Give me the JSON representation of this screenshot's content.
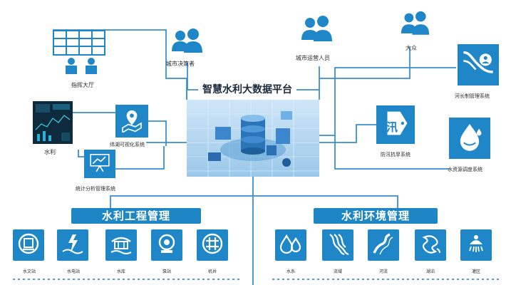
{
  "platform": {
    "title": "智慧水利大数据平台"
  },
  "users": [
    {
      "label": "城市决策者",
      "icon": "people-group-icon"
    },
    {
      "label": "城市运营人员",
      "icon": "people-group-icon"
    },
    {
      "label": "大众",
      "icon": "people-group-icon"
    }
  ],
  "left_systems": {
    "command_hall": "指挥大厅",
    "water_screen": "水利",
    "flood_visual": "纬湖可视化系统",
    "stats": "统计分析管理系统"
  },
  "right_systems": {
    "river_chief": "河长制管理系统",
    "flood_control": "防汛抗旱系统",
    "water_dispatch": "水资源调度系统"
  },
  "sections": {
    "engineering": {
      "title": "水利工程管理",
      "items": [
        {
          "label": "水文站",
          "icon": "hydrology-station-icon"
        },
        {
          "label": "水电站",
          "icon": "hydropower-station-icon"
        },
        {
          "label": "水库",
          "icon": "reservoir-icon"
        },
        {
          "label": "泵站",
          "icon": "pump-station-icon"
        },
        {
          "label": "机井",
          "icon": "well-icon"
        }
      ]
    },
    "environment": {
      "title": "水利环境管理",
      "items": [
        {
          "label": "水系",
          "icon": "water-drops-icon"
        },
        {
          "label": "流域",
          "icon": "watershed-icon"
        },
        {
          "label": "河流",
          "icon": "river-icon"
        },
        {
          "label": "湖泊",
          "icon": "lake-icon"
        },
        {
          "label": "灌区",
          "icon": "irrigation-icon"
        }
      ]
    }
  },
  "flood_tag": "汛",
  "colors": {
    "primary": "#1f87c7",
    "line": "#3a8fd1",
    "dark_panel": "#0e2a3d"
  }
}
